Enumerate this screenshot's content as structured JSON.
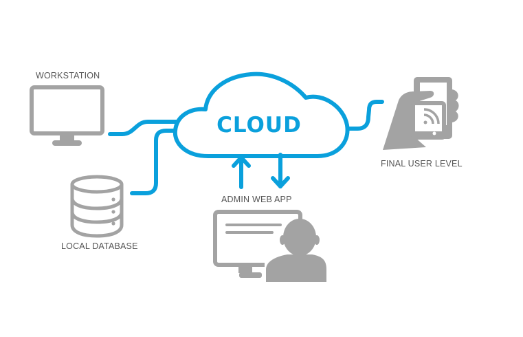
{
  "diagram": {
    "title": "Cloud architecture overview",
    "colors": {
      "accent": "#0aa0dc",
      "icon": "#a3a3a3",
      "label": "#555555",
      "background": "#ffffff"
    },
    "hub": {
      "id": "cloud",
      "label": "CLOUD",
      "icon": "cloud-icon"
    },
    "nodes": [
      {
        "id": "workstation",
        "label": "WORKSTATION",
        "icon": "monitor-icon"
      },
      {
        "id": "local-database",
        "label": "LOCAL DATABASE",
        "icon": "database-icon"
      },
      {
        "id": "final-user-level",
        "label": "FINAL USER LEVEL",
        "icon": "hand-tablet-wifi-icon"
      },
      {
        "id": "admin-web-app",
        "label": "ADMIN WEB APP",
        "icon": "monitor-user-icon"
      }
    ],
    "connections": [
      {
        "from": "workstation",
        "to": "cloud",
        "direction": "none"
      },
      {
        "from": "local-database",
        "to": "cloud",
        "direction": "none"
      },
      {
        "from": "cloud",
        "to": "final-user-level",
        "direction": "none"
      },
      {
        "from": "admin-web-app",
        "to": "cloud",
        "direction": "up-arrow"
      },
      {
        "from": "cloud",
        "to": "admin-web-app",
        "direction": "down-arrow"
      }
    ]
  }
}
